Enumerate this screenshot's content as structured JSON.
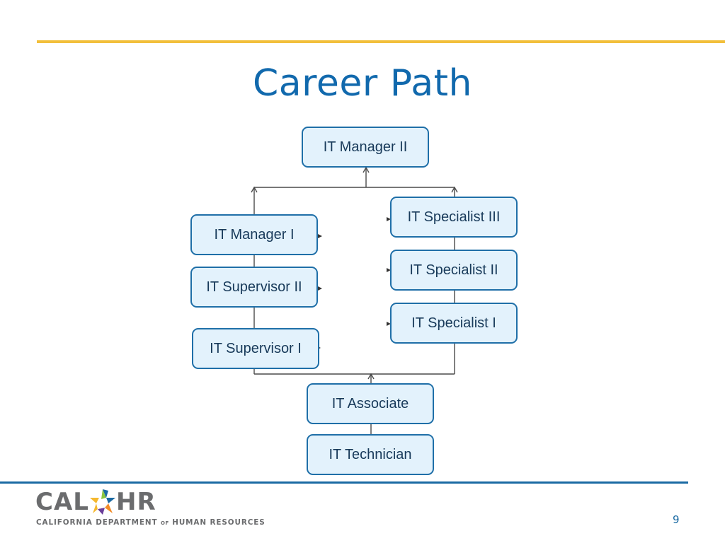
{
  "slide": {
    "title": "Career Path",
    "page_number": "9",
    "colors": {
      "title": "#1169ad",
      "top_rule": "#f2bf3a",
      "bottom_rule": "#1a6aa3",
      "node_fill": "#e3f2fc",
      "node_border": "#1f6fa8",
      "node_text": "#183a5a",
      "connector": "#4a4a4a"
    }
  },
  "diagram": {
    "nodes": {
      "it_manager_ii": "IT Manager II",
      "it_manager_i": "IT Manager I",
      "it_supervisor_ii": "IT Supervisor II",
      "it_supervisor_i": "IT Supervisor I",
      "it_specialist_iii": "IT Specialist III",
      "it_specialist_ii": "IT Specialist II",
      "it_specialist_i": "IT Specialist I",
      "it_associate": "IT Associate",
      "it_technician": "IT Technician"
    }
  },
  "footer": {
    "logo": {
      "left_text": "CAL",
      "right_text": "HR",
      "icon": "star-people-icon",
      "tagline_part1": "CALIFORNIA DEPARTMENT ",
      "tagline_of": "OF",
      "tagline_part2": " HUMAN RESOURCES"
    }
  }
}
